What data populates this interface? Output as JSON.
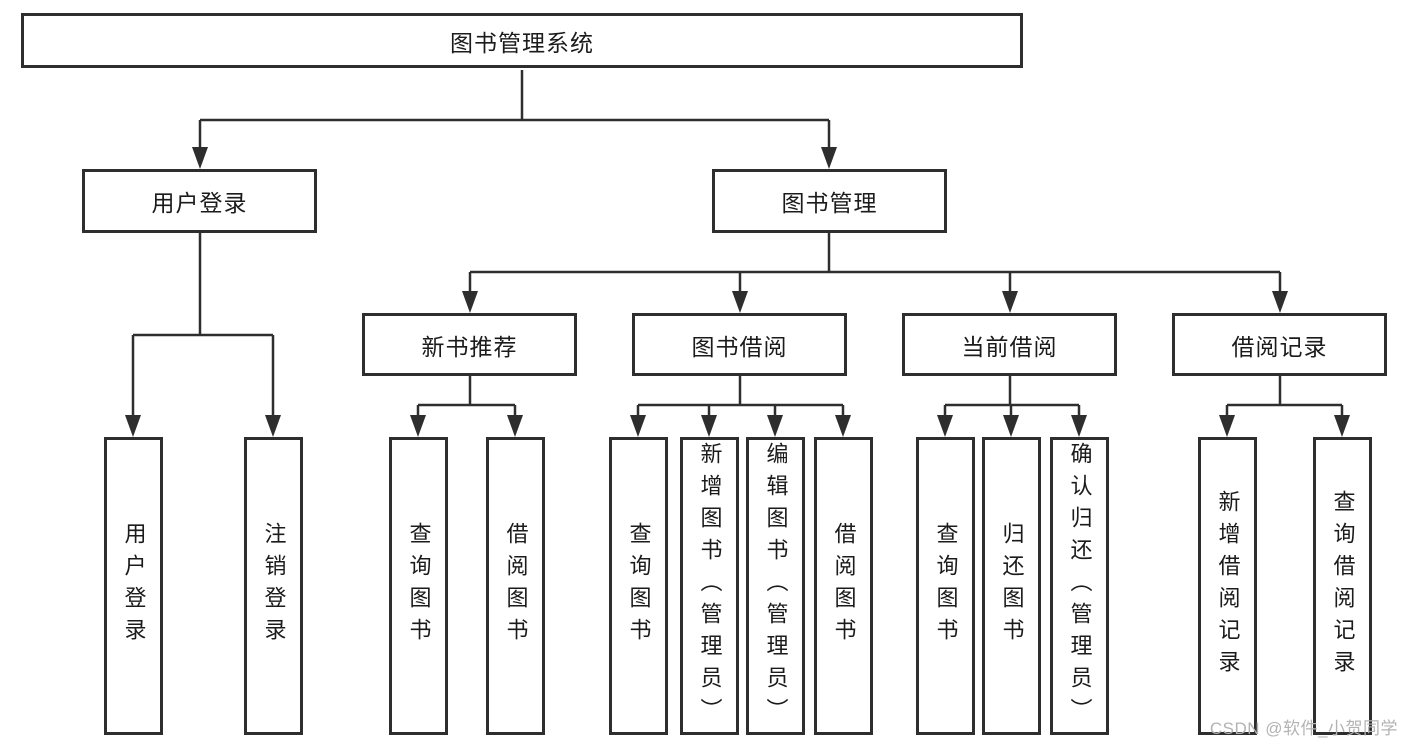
{
  "colors": {
    "background": "#ffffff",
    "line": "#2e2e2e",
    "box_border": "#2e2e2e",
    "text": "#1b1b1b",
    "watermark": "#b3b3b3"
  },
  "tree": {
    "root": "图书管理系统",
    "branches": [
      {
        "label": "用户登录",
        "children": [
          "用户登录",
          "注销登录"
        ]
      },
      {
        "label": "图书管理",
        "groups": [
          {
            "label": "新书推荐",
            "children": [
              "查询图书",
              "借阅图书"
            ]
          },
          {
            "label": "图书借阅",
            "children": [
              "查询图书",
              "新增图书（管理员）",
              "编辑图书（管理员）",
              "借阅图书"
            ]
          },
          {
            "label": "当前借阅",
            "children": [
              "查询图书",
              "归还图书",
              "确认归还（管理员）"
            ]
          },
          {
            "label": "借阅记录",
            "children": [
              "新增借阅记录",
              "查询借阅记录"
            ]
          }
        ]
      }
    ]
  },
  "watermark": "CSDN @软件_小贺同学"
}
